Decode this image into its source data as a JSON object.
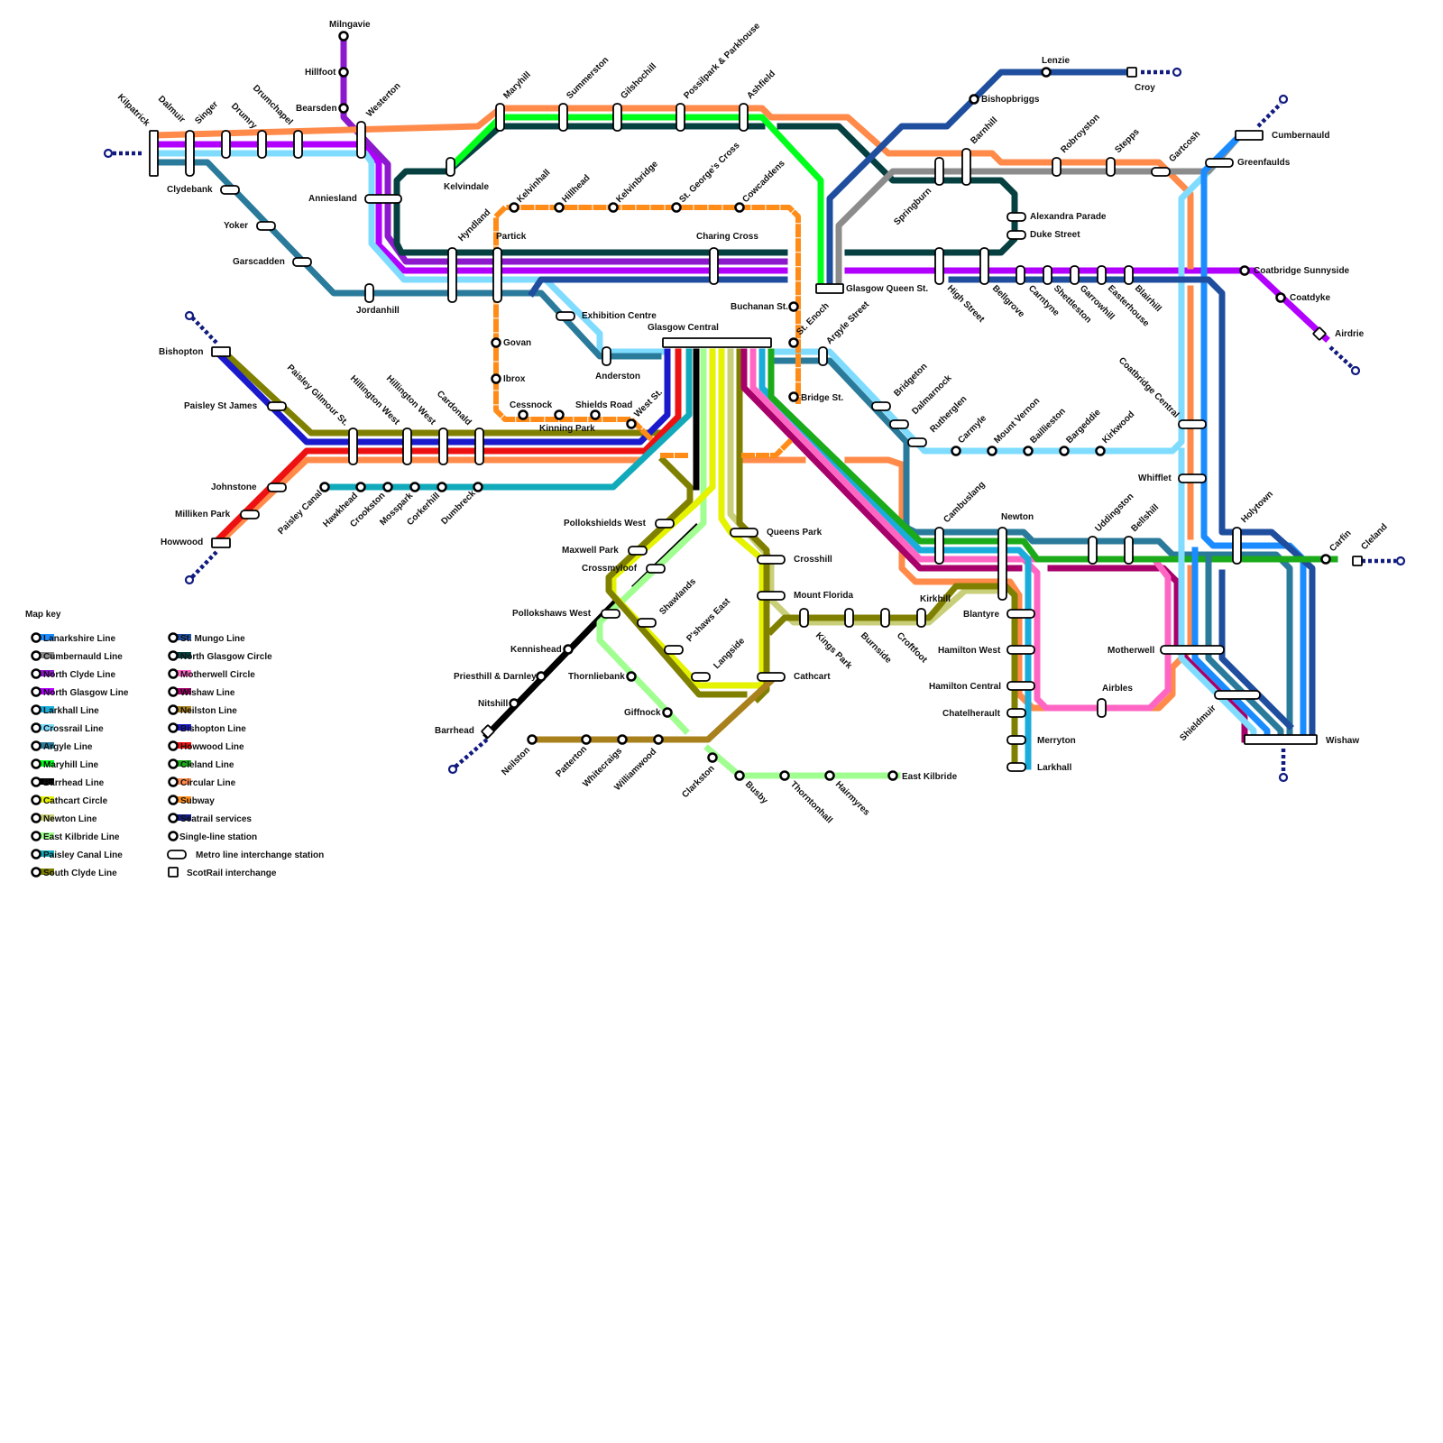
{
  "colors": {
    "lanarkshire": "#1a8cff",
    "cumbernauld": "#8c8c8c",
    "north_clyde": "#8c19cc",
    "north_glasgow": "#b200ff",
    "larkhall": "#1aacdb",
    "crossrail": "#7fdcff",
    "argyle": "#2a7b9b",
    "maryhill": "#00ff1a",
    "barrhead": "#000000",
    "cathcart": "#e5f200",
    "newton": "#c8cf78",
    "east_kilbride": "#a0ff90",
    "paisley_canal": "#11aabb",
    "south_clyde": "#808000",
    "st_mungo": "#1f4e9e",
    "north_glasgow_circle": "#064040",
    "motherwell_circle": "#ff66c4",
    "wishaw": "#a8006a",
    "neilston": "#a8801c",
    "cleland": "#1aaa1a",
    "circular": "#ff8a4a",
    "subway": "#ff8c19",
    "seatrail": "#111b80",
    "bishopton": "#1a1acc",
    "howwood": "#ee1111"
  },
  "stations": {
    "milngavie": "Milngavie",
    "hillfoot": "Hillfoot",
    "bearsden": "Bearsden",
    "westerton": "Westerton",
    "kilpatrick": "Kilpatrick",
    "dalmuir": "Dalmuir",
    "singer": "Singer",
    "drumry": "Drumry",
    "drumchapel": "Drumchapel",
    "clydebank": "Clydebank",
    "yoker": "Yoker",
    "garscadden": "Garscadden",
    "jordanhill": "Jordanhill",
    "anniesland": "Anniesland",
    "kelvindale": "Kelvindale",
    "maryhill": "Maryhill",
    "summerston": "Summerston",
    "gilshochill": "Gilshochill",
    "possilpark": "Possilpark & Parkhouse",
    "ashfield": "Ashfield",
    "hyndland": "Hyndland",
    "partick": "Partick",
    "charing_cross": "Charing Cross",
    "kelvinhall": "Kelvinhall",
    "hillhead": "Hillhead",
    "kelvinbridge": "Kelvinbridge",
    "st_georges_cross": "St. George's Cross",
    "cowcaddens": "Cowcaddens",
    "buchanan_st": "Buchanan St.",
    "st_enoch": "St. Enoch",
    "bridge_st": "Bridge St.",
    "glasgow_queen_st": "Glasgow Queen St.",
    "glasgow_central": "Glasgow Central",
    "exhibition_centre": "Exhibition Centre",
    "anderston": "Anderston",
    "argyle_street": "Argyle Street",
    "govan": "Govan",
    "ibrox": "Ibrox",
    "cessnock": "Cessnock",
    "kinning_park": "Kinning Park",
    "shields_road": "Shields Road",
    "west_st": "West St.",
    "bishopton": "Bishopton",
    "paisley_st_james": "Paisley St James",
    "paisley_gilmour_st": "Paisley Gilmour St.",
    "hillington_west": "Hillington West",
    "hillington_west_2": "Hillington West",
    "cardonald": "Cardonald",
    "johnstone": "Johnstone",
    "milliken_park": "Milliken Park",
    "howwood": "Howwood",
    "paisley_canal": "Paisley Canal",
    "hawkhead": "Hawkhead",
    "crookston": "Crookston",
    "mosspark": "Mosspark",
    "corkerhill": "Corkerhill",
    "dumbreck": "Dumbreck",
    "pollokshields_west": "Pollokshields West",
    "maxwell_park": "Maxwell Park",
    "crossmyloof": "Crossmyloof",
    "pollokshaws_west": "Pollokshaws West",
    "shawlands": "Shawlands",
    "pshaws_east": "P'shaws East",
    "langside": "Langside",
    "kennishead": "Kennishead",
    "priesthill": "Priesthill & Darnley",
    "nitshill": "Nitshill",
    "barrhead": "Barrhead",
    "thornliebank": "Thornliebank",
    "giffnock": "Giffnock",
    "neilston": "Neilston",
    "patterton": "Patterton",
    "whitecraigs": "Whitecraigs",
    "williamwood": "Williamwood",
    "clarkston": "Clarkston",
    "busby": "Busby",
    "thorntonhall": "Thorntonhall",
    "hairmyres": "Hairmyres",
    "east_kilbride": "East Kilbride",
    "queens_park": "Queens Park",
    "crosshill": "Crosshill",
    "mount_florida": "Mount Florida",
    "cathcart": "Cathcart",
    "kings_park": "Kings Park",
    "burnside": "Burnside",
    "croftfoot": "Croftfoot",
    "kirkhill": "Kirkhill",
    "bridgeton": "Bridgeton",
    "dalmarnock": "Dalmarnock",
    "rutherglen": "Rutherglen",
    "carmyle": "Carmyle",
    "mount_vernon": "Mount Vernon",
    "baillieston": "Baillieston",
    "bargeddie": "Bargeddie",
    "kirkwood": "Kirkwood",
    "cambuslang": "Cambuslang",
    "newton": "Newton",
    "uddingston": "Uddingston",
    "bellshill": "Bellshill",
    "holytown": "Holytown",
    "carfin": "Carfin",
    "cleland": "Cleland",
    "blantyre": "Blantyre",
    "hamilton_west": "Hamilton West",
    "hamilton_central": "Hamilton Central",
    "chatelherault": "Chatelherault",
    "merryton": "Merryton",
    "larkhall": "Larkhall",
    "airbles": "Airbles",
    "motherwell": "Motherwell",
    "shieldmuir": "Shieldmuir",
    "wishaw": "Wishaw",
    "whifflet": "Whifflet",
    "coatbridge_central": "Coatbridge Central",
    "coatbridge_sunnyside": "Coatbridge Sunnyside",
    "coatdyke": "Coatdyke",
    "airdrie": "Airdrie",
    "high_street": "High Street",
    "bellgrove": "Bellgrove",
    "carntyne": "Carntyne",
    "shettleston": "Shettleston",
    "garrowhill": "Garrowhill",
    "easterhouse": "Easterhouse",
    "blairhill": "Blairhill",
    "springburn": "Springburn",
    "barnhill": "Barnhill",
    "alexandra_parade": "Alexandra Parade",
    "duke_street": "Duke Street",
    "robroyston": "Robroyston",
    "stepps": "Stepps",
    "gartcosh": "Gartcosh",
    "greenfaulds": "Greenfaulds",
    "cumbernauld": "Cumbernauld",
    "bishopbriggs": "Bishopbriggs",
    "lenzie": "Lenzie",
    "croy": "Croy"
  },
  "legend": {
    "title": "Map key",
    "lines": [
      {
        "label": "Lanarkshire Line",
        "color": "#1a8cff"
      },
      {
        "label": "Cumbernauld Line",
        "color": "#8c8c8c"
      },
      {
        "label": "North Clyde Line",
        "color": "#8c19cc"
      },
      {
        "label": "North Glasgow Line",
        "color": "#b200ff"
      },
      {
        "label": "Larkhall Line",
        "color": "#1aacdb"
      },
      {
        "label": "Crossrail Line",
        "color": "#7fdcff"
      },
      {
        "label": "Argyle Line",
        "color": "#2a7b9b"
      },
      {
        "label": "Maryhill Line",
        "color": "#00ff1a"
      },
      {
        "label": "Barrhead Line",
        "color": "#000000"
      },
      {
        "label": "Cathcart Circle",
        "color": "#e5f200"
      },
      {
        "label": "Newton Line",
        "color": "#c8cf78"
      },
      {
        "label": "East Kilbride Line",
        "color": "#a0ff90"
      },
      {
        "label": "Paisley Canal Line",
        "color": "#11aabb"
      },
      {
        "label": "South Clyde Line",
        "color": "#808000"
      },
      {
        "label": "St. Mungo Line",
        "color": "#1f4e9e"
      },
      {
        "label": "North Glasgow Circle",
        "color": "#064040"
      },
      {
        "label": "Motherwell Circle",
        "color": "#ff66c4"
      },
      {
        "label": "Wishaw Line",
        "color": "#a8006a"
      },
      {
        "label": "Neilston Line",
        "color": "#a8801c"
      },
      {
        "label": "Bishopton Line",
        "color": "#1a1acc"
      },
      {
        "label": "Howwood Line",
        "color": "#ee1111"
      },
      {
        "label": "Cleland Line",
        "color": "#1aaa1a"
      },
      {
        "label": "Circular Line",
        "color": "#ff8a4a"
      },
      {
        "label": "Subway",
        "color": "#ff8c19"
      },
      {
        "label": "Seatrail services",
        "color": "#111b80"
      }
    ],
    "single_station": "Single-line station",
    "interchange": "Metro line interchange station",
    "scotrail": "ScotRail interchange"
  }
}
